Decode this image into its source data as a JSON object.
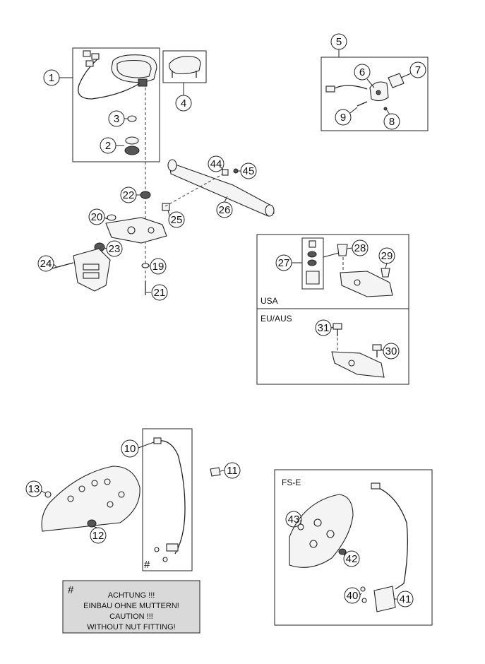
{
  "callouts": {
    "c1": "1",
    "c2": "2",
    "c3": "3",
    "c4": "4",
    "c5": "5",
    "c6": "6",
    "c7": "7",
    "c8": "8",
    "c9": "9",
    "c10": "10",
    "c11": "11",
    "c12": "12",
    "c13": "13",
    "c19": "19",
    "c20": "20",
    "c21": "21",
    "c22": "22",
    "c23": "23",
    "c24": "24",
    "c25": "25",
    "c26": "26",
    "c27": "27",
    "c28": "28",
    "c29": "29",
    "c30": "30",
    "c31": "31",
    "c40": "40",
    "c41": "41",
    "c42": "42",
    "c43": "43",
    "c44": "44",
    "c45": "45"
  },
  "regions": {
    "usa": "USA",
    "eu_aus": "EU/AUS",
    "fs_e": "FS-E"
  },
  "note": {
    "hash": "#",
    "line1": "ACHTUNG !!!",
    "line2": "EINBAU OHNE MUTTERN!",
    "line3": "CAUTION !!!",
    "line4": "WITHOUT NUT FITTING!"
  },
  "hash_marker": "#"
}
